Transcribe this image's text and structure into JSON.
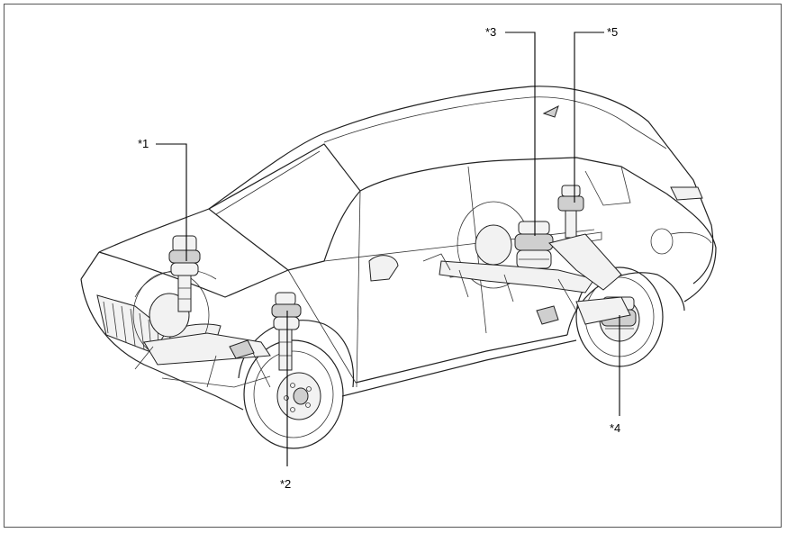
{
  "diagram": {
    "callouts": [
      {
        "id": "c1",
        "label": "*1"
      },
      {
        "id": "c2",
        "label": "*2"
      },
      {
        "id": "c3",
        "label": "*3"
      },
      {
        "id": "c4",
        "label": "*4"
      },
      {
        "id": "c5",
        "label": "*5"
      }
    ]
  }
}
